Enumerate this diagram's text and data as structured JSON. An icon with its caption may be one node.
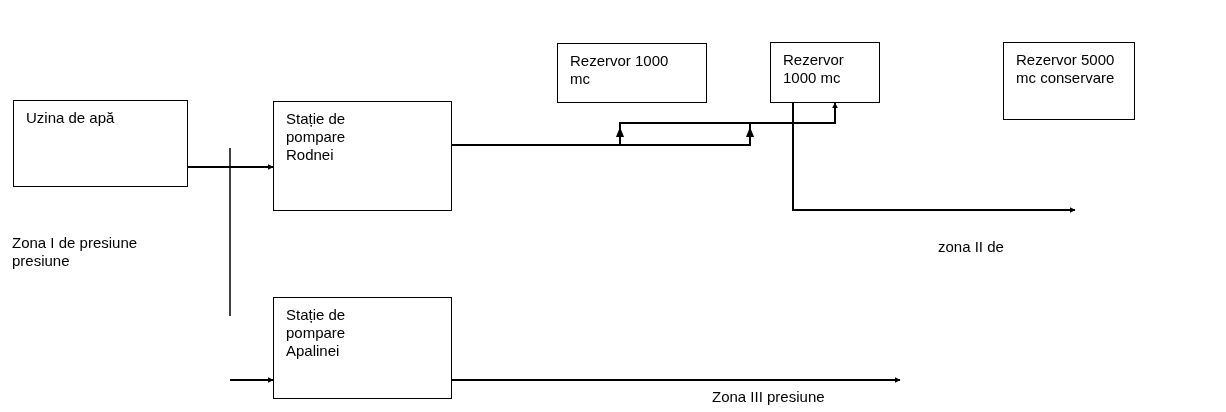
{
  "diagram": {
    "nodes": [
      {
        "text": [
          "Uzina de apă"
        ]
      },
      {
        "text": [
          "Stație de pompare Rodnei"
        ]
      },
      {
        "text": [
          "Rezervor 1000 mc"
        ]
      },
      {
        "text": [
          "Rezervor 1000 mc"
        ]
      },
      {
        "text": [
          "Rezervor 5000 mc conservare"
        ]
      },
      {
        "text": [
          "Stație de pompare Apalinei"
        ]
      }
    ],
    "edges": [
      {
        "from": 0,
        "to": 1,
        "arrow": "to"
      },
      {
        "from": 1,
        "to": 3,
        "arrow": "to"
      },
      {
        "from": 3,
        "to": null,
        "arrow": "to"
      },
      {
        "from": 5,
        "to": null,
        "arrow": "to"
      },
      {
        "from": null,
        "to": 5,
        "arrow": "to"
      }
    ],
    "labels": [
      "Zona I de presiune presiune",
      "zona II de",
      "Zona III presiune"
    ]
  }
}
